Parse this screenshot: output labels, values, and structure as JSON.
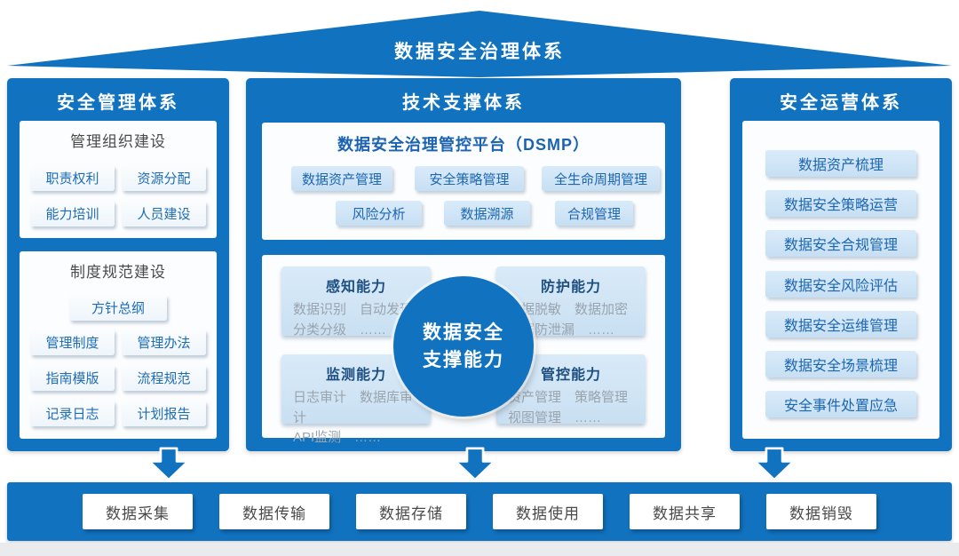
{
  "roof": {
    "title": "数据安全治理体系"
  },
  "left": {
    "header": "安全管理体系",
    "org": {
      "title": "管理组织建设",
      "items": [
        "职责权利",
        "资源分配",
        "能力培训",
        "人员建设"
      ]
    },
    "rules": {
      "title": "制度规范建设",
      "featured": "方针总纲",
      "items": [
        "管理制度",
        "管理办法",
        "指南模版",
        "流程规范",
        "记录日志",
        "计划报告"
      ]
    }
  },
  "middle": {
    "header": "技术支撑体系",
    "platform": {
      "title": "数据安全治理管控平台（DSMP）",
      "row1": [
        "数据资产管理",
        "安全策略管理",
        "全生命周期管理"
      ],
      "row2": [
        "风险分析",
        "数据溯源",
        "合规管理"
      ]
    },
    "capabilities": {
      "center": {
        "line1": "数据安全",
        "line2": "支撑能力"
      },
      "blocks": [
        {
          "title": "感知能力",
          "line1": "数据识别　自动发现",
          "line2": "分类分级　……"
        },
        {
          "title": "防护能力",
          "line1": "数据脱敏　数据加密",
          "line2": "数据防泄漏　……"
        },
        {
          "title": "监测能力",
          "line1": "日志审计　数据库审计",
          "line2": "API监测　……"
        },
        {
          "title": "管控能力",
          "line1": "资产管理　策略管理",
          "line2": "视图管理　……"
        }
      ]
    }
  },
  "right": {
    "header": "安全运营体系",
    "items": [
      "数据资产梳理",
      "数据安全策略运营",
      "数据安全合规管理",
      "数据安全风险评估",
      "数据安全运维管理",
      "数据安全场景梳理",
      "安全事件处置应急"
    ]
  },
  "bottom": {
    "items": [
      "数据采集",
      "数据传输",
      "数据存储",
      "数据使用",
      "数据共享",
      "数据销毁"
    ]
  },
  "colors": {
    "primary_blue": "#1173c0",
    "light_button_blue": "#cfe4f6",
    "panel_white": "#fcfdfe",
    "text_blue": "#1e6cb5",
    "text_dark": "#4a4a4a",
    "text_gray": "#9aa4ad"
  }
}
